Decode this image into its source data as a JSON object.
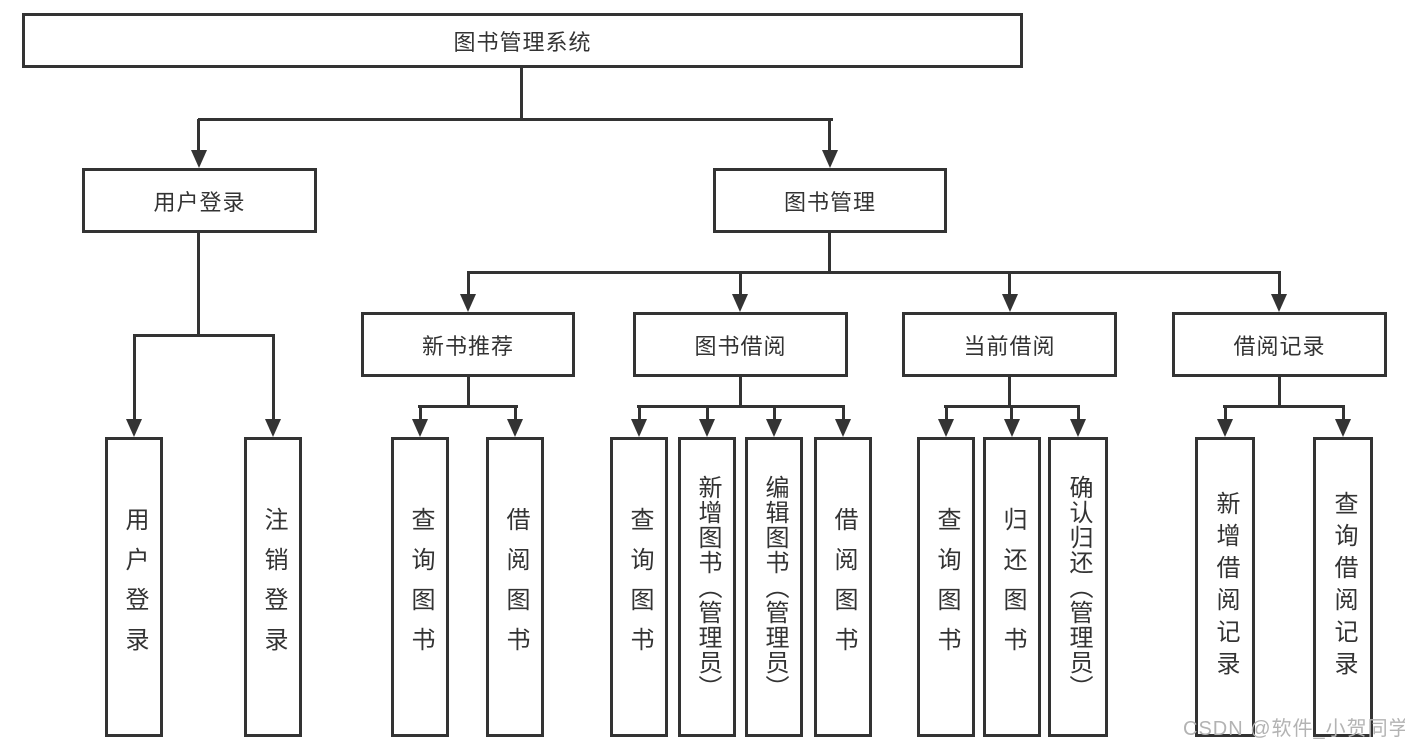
{
  "diagram": {
    "type": "hierarchy-tree",
    "colors": {
      "line": "#333333",
      "text": "#333333",
      "box_background": "#ffffff",
      "watermark": "#b3b3b3"
    },
    "tree": {
      "root": {
        "label": "图书管理系统",
        "children": [
          {
            "label": "用户登录",
            "children": [
              {
                "label": "用户登录"
              },
              {
                "label": "注销登录"
              }
            ]
          },
          {
            "label": "图书管理",
            "children": [
              {
                "label": "新书推荐",
                "children": [
                  {
                    "label": "查询图书"
                  },
                  {
                    "label": "借阅图书"
                  }
                ]
              },
              {
                "label": "图书借阅",
                "children": [
                  {
                    "label": "查询图书"
                  },
                  {
                    "label": "新增图书（管理员）"
                  },
                  {
                    "label": "编辑图书（管理员）"
                  },
                  {
                    "label": "借阅图书"
                  }
                ]
              },
              {
                "label": "当前借阅",
                "children": [
                  {
                    "label": "查询图书"
                  },
                  {
                    "label": "归还图书"
                  },
                  {
                    "label": "确认归还（管理员）"
                  }
                ]
              },
              {
                "label": "借阅记录",
                "children": [
                  {
                    "label": "新增借阅记录"
                  },
                  {
                    "label": "查询借阅记录"
                  }
                ]
              }
            ]
          }
        ]
      }
    },
    "watermark": {
      "text": "CSDN @软件_小贺同学"
    }
  }
}
